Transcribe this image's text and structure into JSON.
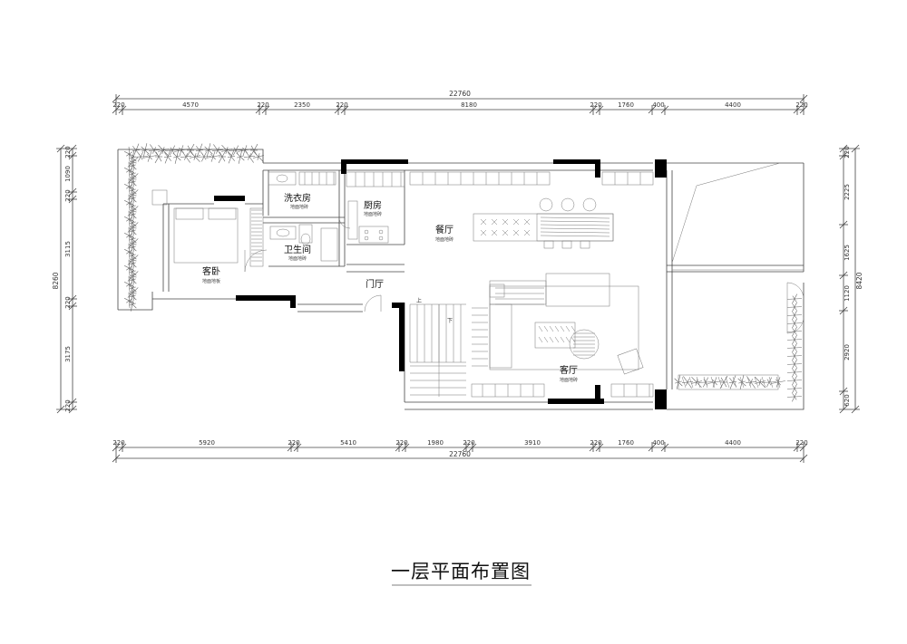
{
  "title": "一层平面布置图",
  "dims_top": {
    "total": "22760",
    "segments": [
      "220",
      "4570",
      "220",
      "2350",
      "220",
      "8180",
      "220",
      "1760",
      "400",
      "4400",
      "220"
    ]
  },
  "dims_bottom": {
    "total": "22760",
    "segments": [
      "220",
      "5920",
      "220",
      "5410",
      "220",
      "1980",
      "220",
      "3910",
      "220",
      "1760",
      "400",
      "4400",
      "220"
    ]
  },
  "dims_left": {
    "total": "8260",
    "segments": [
      "220",
      "1090",
      "220",
      "3115",
      "220",
      "3175",
      "220"
    ]
  },
  "dims_right": {
    "total": "8420",
    "segments": [
      "220",
      "2225",
      "1625",
      "1120",
      "2920",
      "620"
    ]
  },
  "rooms": {
    "bedroom": {
      "name": "客卧",
      "floor": "地面地板"
    },
    "laundry": {
      "name": "洗衣房",
      "floor": "地面地砖"
    },
    "kitchen": {
      "name": "厨房",
      "floor": "地面地砖"
    },
    "bathroom": {
      "name": "卫生间",
      "floor": "地面地砖"
    },
    "dining": {
      "name": "餐厅",
      "floor": "地面地砖"
    },
    "foyer": {
      "name": "门厅"
    },
    "living": {
      "name": "客厅",
      "floor": "地面地砖"
    }
  },
  "stair_marks": {
    "up": "上",
    "down": "下"
  }
}
